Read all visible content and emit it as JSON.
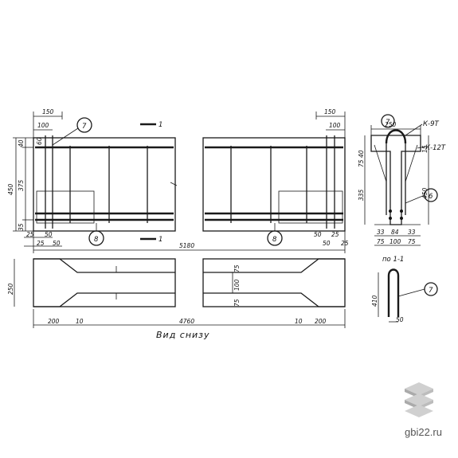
{
  "section": {
    "marker": "1"
  },
  "elevation": {
    "total_length": "5180",
    "height_parts": [
      "40",
      "375",
      "35"
    ],
    "height_total": "450",
    "left_top_dims": [
      "150",
      "100"
    ],
    "right_top_dims": [
      "150",
      "100"
    ],
    "left_bottom_dims": [
      "25",
      "50",
      "25",
      "50"
    ],
    "right_bottom_dims": [
      "50",
      "25",
      "50",
      "25"
    ],
    "small_label": "60",
    "callout_top": "7",
    "callout_bottom": "8"
  },
  "plan": {
    "caption": "Вид снизу",
    "length": "4760",
    "end_dims": [
      "200",
      "10",
      "10",
      "200"
    ],
    "width": "250",
    "mid_dims": [
      "75",
      "100",
      "75"
    ]
  },
  "cross_section": {
    "caption": "по 1-1",
    "width": "250",
    "height_total": "450",
    "height_parts": [
      "40",
      "75",
      "335"
    ],
    "top_small": "15",
    "cage_labels": [
      "К-9Т",
      "К-12Т"
    ],
    "callouts": [
      "7",
      "6"
    ],
    "bottom_row1": [
      "33",
      "84",
      "33"
    ],
    "bottom_row2": [
      "75",
      "100",
      "75"
    ]
  },
  "hook_detail": {
    "height": "410",
    "width": "50",
    "callout": "7"
  },
  "watermark": "gbi22.ru"
}
